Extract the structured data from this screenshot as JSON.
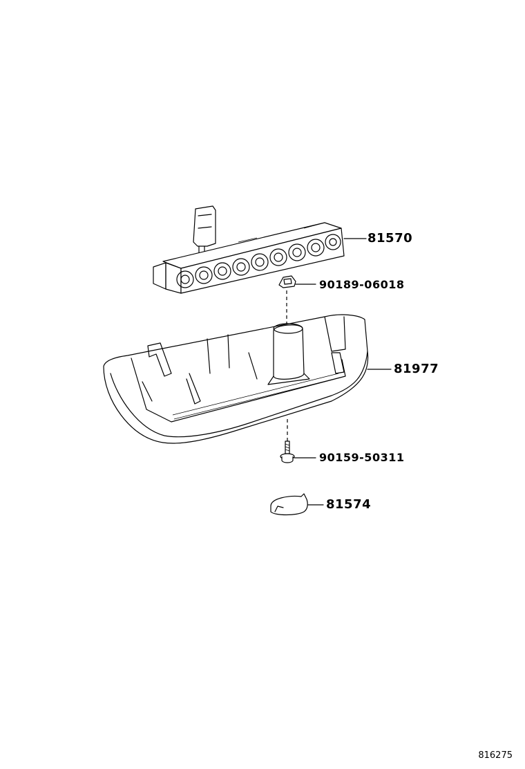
{
  "parts": [
    {
      "id": "part-81570",
      "number": "81570"
    },
    {
      "id": "part-90189-06018",
      "number": "90189-06018"
    },
    {
      "id": "part-81977",
      "number": "81977"
    },
    {
      "id": "part-90159-50311",
      "number": "90159-50311"
    },
    {
      "id": "part-81574",
      "number": "81574"
    }
  ],
  "figure_code": "816275"
}
